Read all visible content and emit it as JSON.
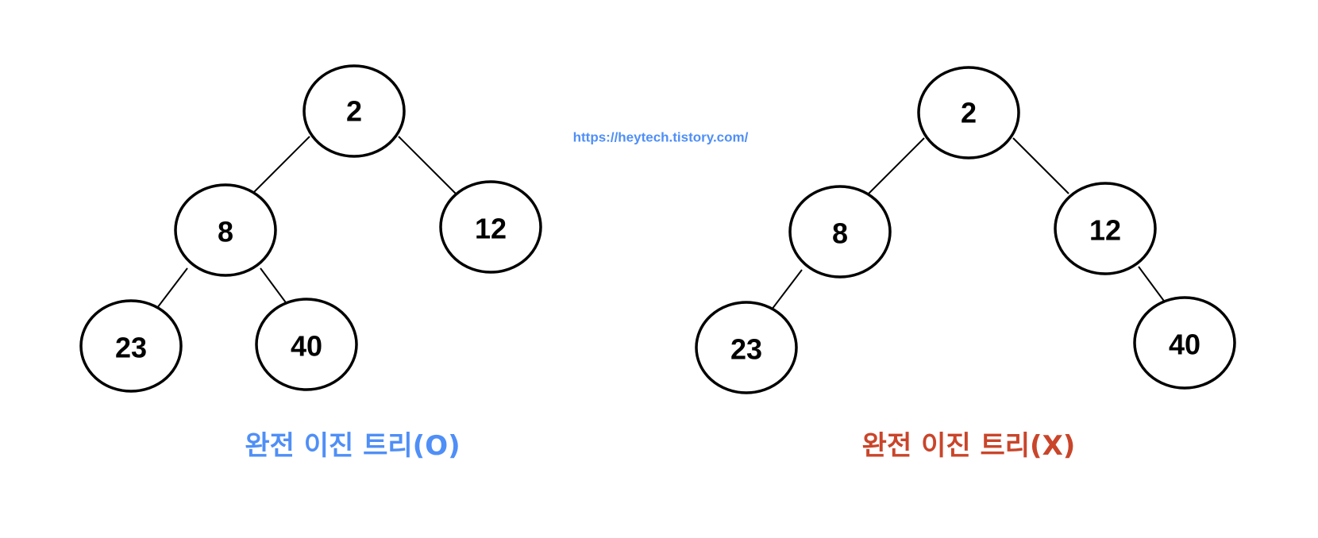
{
  "watermark": {
    "text": "https://heytech.tistory.com/",
    "color": "#4f8ff7"
  },
  "trees": [
    {
      "caption": "완전 이진 트리(O)",
      "caption_color": "#4f8ff7",
      "nodes": {
        "root": "2",
        "left": "8",
        "right": "12",
        "left_left": "23",
        "left_right": "40"
      }
    },
    {
      "caption": "완전 이진 트리(X)",
      "caption_color": "#c9452a",
      "nodes": {
        "root": "2",
        "left": "8",
        "right": "12",
        "left_left": "23",
        "right_right": "40"
      }
    }
  ]
}
